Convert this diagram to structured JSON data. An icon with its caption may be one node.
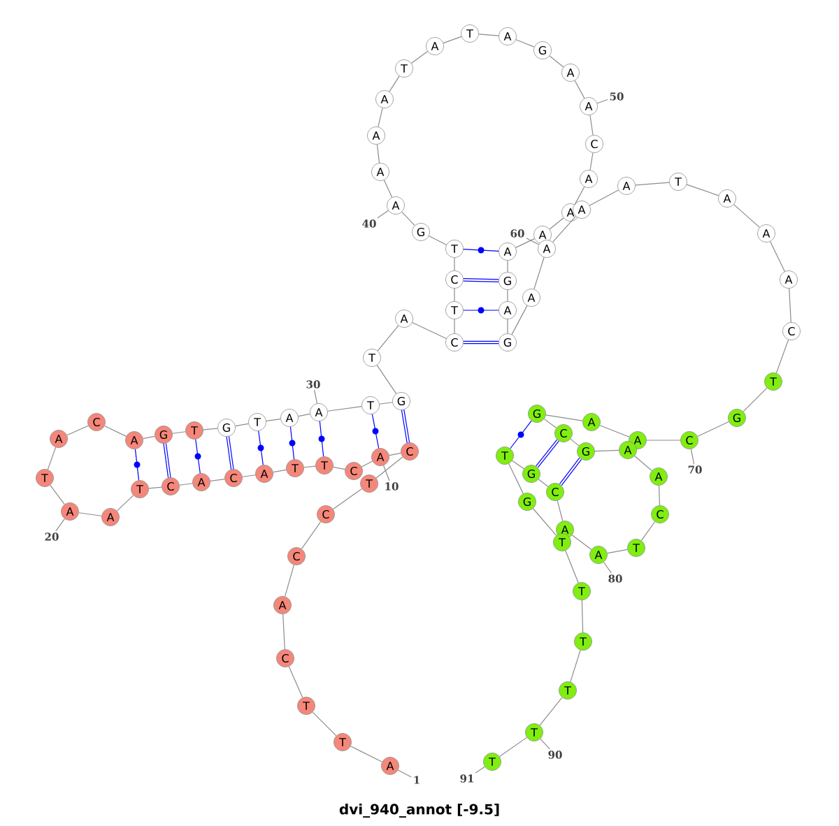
{
  "diagram": {
    "caption": "dvi_940_annot [-9.5]",
    "nodes": [
      {
        "text": [
          "A"
        ]
      },
      {
        "text": [
          "T"
        ]
      },
      {
        "text": [
          "T"
        ]
      },
      {
        "text": [
          "C"
        ]
      },
      {
        "text": [
          "A"
        ]
      },
      {
        "text": [
          "C"
        ]
      },
      {
        "text": [
          "C"
        ]
      },
      {
        "text": [
          "T"
        ]
      },
      {
        "text": [
          "C"
        ]
      },
      {
        "text": [
          "A"
        ]
      },
      {
        "text": [
          "C"
        ]
      },
      {
        "text": [
          "T"
        ]
      },
      {
        "text": [
          "T"
        ]
      },
      {
        "text": [
          "A"
        ]
      },
      {
        "text": [
          "C"
        ]
      },
      {
        "text": [
          "A"
        ]
      },
      {
        "text": [
          "C"
        ]
      },
      {
        "text": [
          "T"
        ]
      },
      {
        "text": [
          "A"
        ]
      },
      {
        "text": [
          "A"
        ]
      },
      {
        "text": [
          "T"
        ]
      },
      {
        "text": [
          "A"
        ]
      },
      {
        "text": [
          "C"
        ]
      },
      {
        "text": [
          "A"
        ]
      },
      {
        "text": [
          "G"
        ]
      },
      {
        "text": [
          "T"
        ]
      },
      {
        "text": [
          "G"
        ]
      },
      {
        "text": [
          "T"
        ]
      },
      {
        "text": [
          "A"
        ]
      },
      {
        "text": [
          "A"
        ]
      },
      {
        "text": [
          "T"
        ]
      },
      {
        "text": [
          "G"
        ]
      },
      {
        "text": [
          "T"
        ]
      },
      {
        "text": [
          "A"
        ]
      },
      {
        "text": [
          "C"
        ]
      },
      {
        "text": [
          "T"
        ]
      },
      {
        "text": [
          "C"
        ]
      },
      {
        "text": [
          "T"
        ]
      },
      {
        "text": [
          "G"
        ]
      },
      {
        "text": [
          "A"
        ]
      },
      {
        "text": [
          "A"
        ]
      },
      {
        "text": [
          "A"
        ]
      },
      {
        "text": [
          "A"
        ]
      },
      {
        "text": [
          "T"
        ]
      },
      {
        "text": [
          "A"
        ]
      },
      {
        "text": [
          "T"
        ]
      },
      {
        "text": [
          "A"
        ]
      },
      {
        "text": [
          "G"
        ]
      },
      {
        "text": [
          "A"
        ]
      },
      {
        "text": [
          "A"
        ]
      },
      {
        "text": [
          "C"
        ]
      },
      {
        "text": [
          "A"
        ]
      },
      {
        "text": [
          "A"
        ]
      },
      {
        "text": [
          "A"
        ]
      },
      {
        "text": [
          "A"
        ]
      },
      {
        "text": [
          "G"
        ]
      },
      {
        "text": [
          "A"
        ]
      },
      {
        "text": [
          "G"
        ]
      },
      {
        "text": [
          "A"
        ]
      },
      {
        "text": [
          "A"
        ]
      },
      {
        "text": [
          "A"
        ]
      },
      {
        "text": [
          "A"
        ]
      },
      {
        "text": [
          "T"
        ]
      },
      {
        "text": [
          "A"
        ]
      },
      {
        "text": [
          "A"
        ]
      },
      {
        "text": [
          "A"
        ]
      },
      {
        "text": [
          "C"
        ]
      },
      {
        "text": [
          "T"
        ]
      },
      {
        "text": [
          "G"
        ]
      },
      {
        "text": [
          "C"
        ]
      },
      {
        "text": [
          "A"
        ]
      },
      {
        "text": [
          "A"
        ]
      },
      {
        "text": [
          "G"
        ]
      },
      {
        "text": [
          "C"
        ]
      },
      {
        "text": [
          "G"
        ]
      },
      {
        "text": [
          "A"
        ]
      },
      {
        "text": [
          "A"
        ]
      },
      {
        "text": [
          "C"
        ]
      },
      {
        "text": [
          "T"
        ]
      },
      {
        "text": [
          "A"
        ]
      },
      {
        "text": [
          "A"
        ]
      },
      {
        "text": [
          "C"
        ]
      },
      {
        "text": [
          "G"
        ]
      },
      {
        "text": [
          "T"
        ]
      },
      {
        "text": [
          "G"
        ]
      },
      {
        "text": [
          "T"
        ]
      },
      {
        "text": [
          "T"
        ]
      },
      {
        "text": [
          "T"
        ]
      },
      {
        "text": [
          "T"
        ]
      },
      {
        "text": [
          "T"
        ]
      },
      {
        "text": [
          "T"
        ]
      },
      {
        "text": [
          "1"
        ]
      },
      {
        "text": [
          "10"
        ]
      },
      {
        "text": [
          "20"
        ]
      },
      {
        "text": [
          "30"
        ]
      },
      {
        "text": [
          "40"
        ]
      },
      {
        "text": [
          "50"
        ]
      },
      {
        "text": [
          "60"
        ]
      },
      {
        "text": [
          "70"
        ]
      },
      {
        "text": [
          "80"
        ]
      },
      {
        "text": [
          "90"
        ]
      },
      {
        "text": [
          "91"
        ]
      }
    ],
    "edges": [
      {
        "from": 0,
        "to": 1,
        "arrow": "none"
      },
      {
        "from": 1,
        "to": 2,
        "arrow": "none"
      },
      {
        "from": 2,
        "to": 3,
        "arrow": "none"
      },
      {
        "from": 3,
        "to": 4,
        "arrow": "none"
      },
      {
        "from": 4,
        "to": 5,
        "arrow": "none"
      },
      {
        "from": 5,
        "to": 6,
        "arrow": "none"
      },
      {
        "from": 6,
        "to": 7,
        "arrow": "none"
      },
      {
        "from": 7,
        "to": 8,
        "arrow": "none"
      },
      {
        "from": 8,
        "to": 9,
        "arrow": "none"
      },
      {
        "from": 9,
        "to": 10,
        "arrow": "none"
      },
      {
        "from": 10,
        "to": 11,
        "arrow": "none"
      },
      {
        "from": 11,
        "to": 12,
        "arrow": "none"
      },
      {
        "from": 12,
        "to": 13,
        "arrow": "none"
      },
      {
        "from": 13,
        "to": 14,
        "arrow": "none"
      },
      {
        "from": 14,
        "to": 15,
        "arrow": "none"
      },
      {
        "from": 15,
        "to": 16,
        "arrow": "none"
      },
      {
        "from": 16,
        "to": 17,
        "arrow": "none"
      },
      {
        "from": 17,
        "to": 18,
        "arrow": "none"
      },
      {
        "from": 18,
        "to": 19,
        "arrow": "none"
      },
      {
        "from": 19,
        "to": 20,
        "arrow": "none"
      },
      {
        "from": 20,
        "to": 21,
        "arrow": "none"
      },
      {
        "from": 21,
        "to": 22,
        "arrow": "none"
      },
      {
        "from": 22,
        "to": 23,
        "arrow": "none"
      },
      {
        "from": 23,
        "to": 24,
        "arrow": "none"
      },
      {
        "from": 24,
        "to": 25,
        "arrow": "none"
      },
      {
        "from": 25,
        "to": 26,
        "arrow": "none"
      },
      {
        "from": 26,
        "to": 27,
        "arrow": "none"
      },
      {
        "from": 27,
        "to": 28,
        "arrow": "none"
      },
      {
        "from": 28,
        "to": 29,
        "arrow": "none"
      },
      {
        "from": 29,
        "to": 30,
        "arrow": "none"
      },
      {
        "from": 30,
        "to": 31,
        "arrow": "none"
      },
      {
        "from": 31,
        "to": 32,
        "arrow": "none"
      },
      {
        "from": 32,
        "to": 33,
        "arrow": "none"
      },
      {
        "from": 33,
        "to": 34,
        "arrow": "none"
      },
      {
        "from": 34,
        "to": 35,
        "arrow": "none"
      },
      {
        "from": 35,
        "to": 36,
        "arrow": "none"
      },
      {
        "from": 36,
        "to": 37,
        "arrow": "none"
      },
      {
        "from": 37,
        "to": 38,
        "arrow": "none"
      },
      {
        "from": 38,
        "to": 39,
        "arrow": "none"
      },
      {
        "from": 39,
        "to": 40,
        "arrow": "none"
      },
      {
        "from": 40,
        "to": 41,
        "arrow": "none"
      },
      {
        "from": 41,
        "to": 42,
        "arrow": "none"
      },
      {
        "from": 42,
        "to": 43,
        "arrow": "none"
      },
      {
        "from": 43,
        "to": 44,
        "arrow": "none"
      },
      {
        "from": 44,
        "to": 45,
        "arrow": "none"
      },
      {
        "from": 45,
        "to": 46,
        "arrow": "none"
      },
      {
        "from": 46,
        "to": 47,
        "arrow": "none"
      },
      {
        "from": 47,
        "to": 48,
        "arrow": "none"
      },
      {
        "from": 48,
        "to": 49,
        "arrow": "none"
      },
      {
        "from": 49,
        "to": 50,
        "arrow": "none"
      },
      {
        "from": 50,
        "to": 51,
        "arrow": "none"
      },
      {
        "from": 51,
        "to": 52,
        "arrow": "none"
      },
      {
        "from": 52,
        "to": 53,
        "arrow": "none"
      },
      {
        "from": 53,
        "to": 54,
        "arrow": "none"
      },
      {
        "from": 54,
        "to": 55,
        "arrow": "none"
      },
      {
        "from": 55,
        "to": 56,
        "arrow": "none"
      },
      {
        "from": 56,
        "to": 57,
        "arrow": "none"
      },
      {
        "from": 57,
        "to": 58,
        "arrow": "none"
      },
      {
        "from": 58,
        "to": 59,
        "arrow": "none"
      },
      {
        "from": 59,
        "to": 60,
        "arrow": "none"
      },
      {
        "from": 60,
        "to": 61,
        "arrow": "none"
      },
      {
        "from": 61,
        "to": 62,
        "arrow": "none"
      },
      {
        "from": 62,
        "to": 63,
        "arrow": "none"
      },
      {
        "from": 63,
        "to": 64,
        "arrow": "none"
      },
      {
        "from": 64,
        "to": 65,
        "arrow": "none"
      },
      {
        "from": 65,
        "to": 66,
        "arrow": "none"
      },
      {
        "from": 66,
        "to": 67,
        "arrow": "none"
      },
      {
        "from": 67,
        "to": 68,
        "arrow": "none"
      },
      {
        "from": 68,
        "to": 69,
        "arrow": "none"
      },
      {
        "from": 69,
        "to": 70,
        "arrow": "none"
      },
      {
        "from": 70,
        "to": 71,
        "arrow": "none"
      },
      {
        "from": 71,
        "to": 72,
        "arrow": "none"
      },
      {
        "from": 72,
        "to": 73,
        "arrow": "none"
      },
      {
        "from": 73,
        "to": 74,
        "arrow": "none"
      },
      {
        "from": 74,
        "to": 75,
        "arrow": "none"
      },
      {
        "from": 75,
        "to": 76,
        "arrow": "none"
      },
      {
        "from": 76,
        "to": 77,
        "arrow": "none"
      },
      {
        "from": 77,
        "to": 78,
        "arrow": "none"
      },
      {
        "from": 78,
        "to": 79,
        "arrow": "none"
      },
      {
        "from": 79,
        "to": 80,
        "arrow": "none"
      },
      {
        "from": 80,
        "to": 81,
        "arrow": "none"
      },
      {
        "from": 81,
        "to": 82,
        "arrow": "none"
      },
      {
        "from": 82,
        "to": 83,
        "arrow": "none"
      },
      {
        "from": 83,
        "to": 84,
        "arrow": "none"
      },
      {
        "from": 84,
        "to": 85,
        "arrow": "none"
      },
      {
        "from": 85,
        "to": 86,
        "arrow": "none"
      },
      {
        "from": 86,
        "to": 87,
        "arrow": "none"
      },
      {
        "from": 87,
        "to": 88,
        "arrow": "none"
      },
      {
        "from": 88,
        "to": 89,
        "arrow": "none"
      },
      {
        "from": 89,
        "to": 90,
        "arrow": "none"
      },
      {
        "from": 8,
        "to": 31,
        "arrow": "none",
        "style": "thick",
        "color": "#0000ff"
      },
      {
        "from": 9,
        "to": 30,
        "arrow": "none",
        "color": "#0000ff"
      },
      {
        "from": 11,
        "to": 29,
        "arrow": "none",
        "color": "#0000ff"
      },
      {
        "from": 12,
        "to": 28,
        "arrow": "none",
        "color": "#0000ff"
      },
      {
        "from": 13,
        "to": 27,
        "arrow": "none",
        "color": "#0000ff"
      },
      {
        "from": 14,
        "to": 26,
        "arrow": "none",
        "style": "thick",
        "color": "#0000ff"
      },
      {
        "from": 15,
        "to": 25,
        "arrow": "none",
        "color": "#0000ff"
      },
      {
        "from": 16,
        "to": 24,
        "arrow": "none",
        "style": "thick",
        "color": "#0000ff"
      },
      {
        "from": 17,
        "to": 23,
        "arrow": "none",
        "color": "#0000ff"
      },
      {
        "from": 34,
        "to": 57,
        "arrow": "none",
        "style": "thick",
        "color": "#0000ff"
      },
      {
        "from": 35,
        "to": 56,
        "arrow": "none",
        "color": "#0000ff"
      },
      {
        "from": 36,
        "to": 55,
        "arrow": "none",
        "style": "thick",
        "color": "#0000ff"
      },
      {
        "from": 37,
        "to": 54,
        "arrow": "none",
        "color": "#0000ff"
      },
      {
        "from": 72,
        "to": 83,
        "arrow": "none",
        "color": "#0000ff"
      },
      {
        "from": 73,
        "to": 82,
        "arrow": "none",
        "style": "thick",
        "color": "#0000ff"
      },
      {
        "from": 74,
        "to": 81,
        "arrow": "none",
        "style": "thick",
        "color": "#0000ff"
      },
      {
        "from": 91,
        "to": 0,
        "arrow": "none"
      },
      {
        "from": 92,
        "to": 9,
        "arrow": "none"
      },
      {
        "from": 93,
        "to": 19,
        "arrow": "none"
      },
      {
        "from": 94,
        "to": 29,
        "arrow": "none"
      },
      {
        "from": 95,
        "to": 39,
        "arrow": "none"
      },
      {
        "from": 96,
        "to": 49,
        "arrow": "none"
      },
      {
        "from": 97,
        "to": 59,
        "arrow": "none"
      },
      {
        "from": 98,
        "to": 69,
        "arrow": "none"
      },
      {
        "from": 99,
        "to": 79,
        "arrow": "none"
      },
      {
        "from": 100,
        "to": 89,
        "arrow": "none"
      },
      {
        "from": 101,
        "to": 90,
        "arrow": "none"
      }
    ]
  }
}
